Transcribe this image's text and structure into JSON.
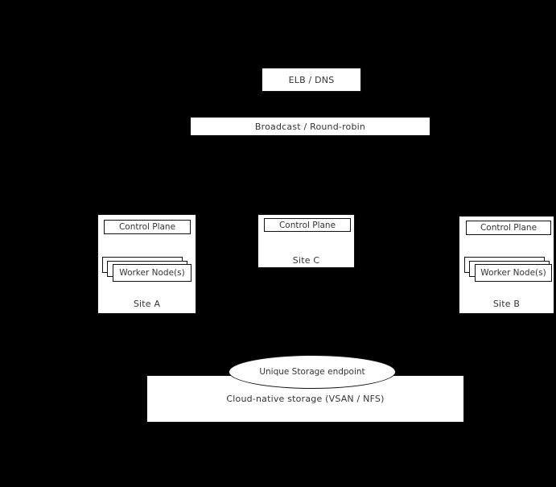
{
  "diagram": {
    "background": "#000000",
    "elb": {
      "label": "ELB / DNS"
    },
    "broadcast": {
      "label": "Broadcast / Round-robin"
    },
    "sites": [
      {
        "name": "Site A",
        "control_plane": "Control Plane",
        "workers": "Worker Node(s)"
      },
      {
        "name": "Site C",
        "control_plane": "Control Plane"
      },
      {
        "name": "Site B",
        "control_plane": "Control Plane",
        "workers": "Worker Node(s)"
      }
    ],
    "storage": {
      "endpoint": "Unique Storage endpoint",
      "label": "Cloud-native storage (VSAN / NFS)"
    }
  }
}
